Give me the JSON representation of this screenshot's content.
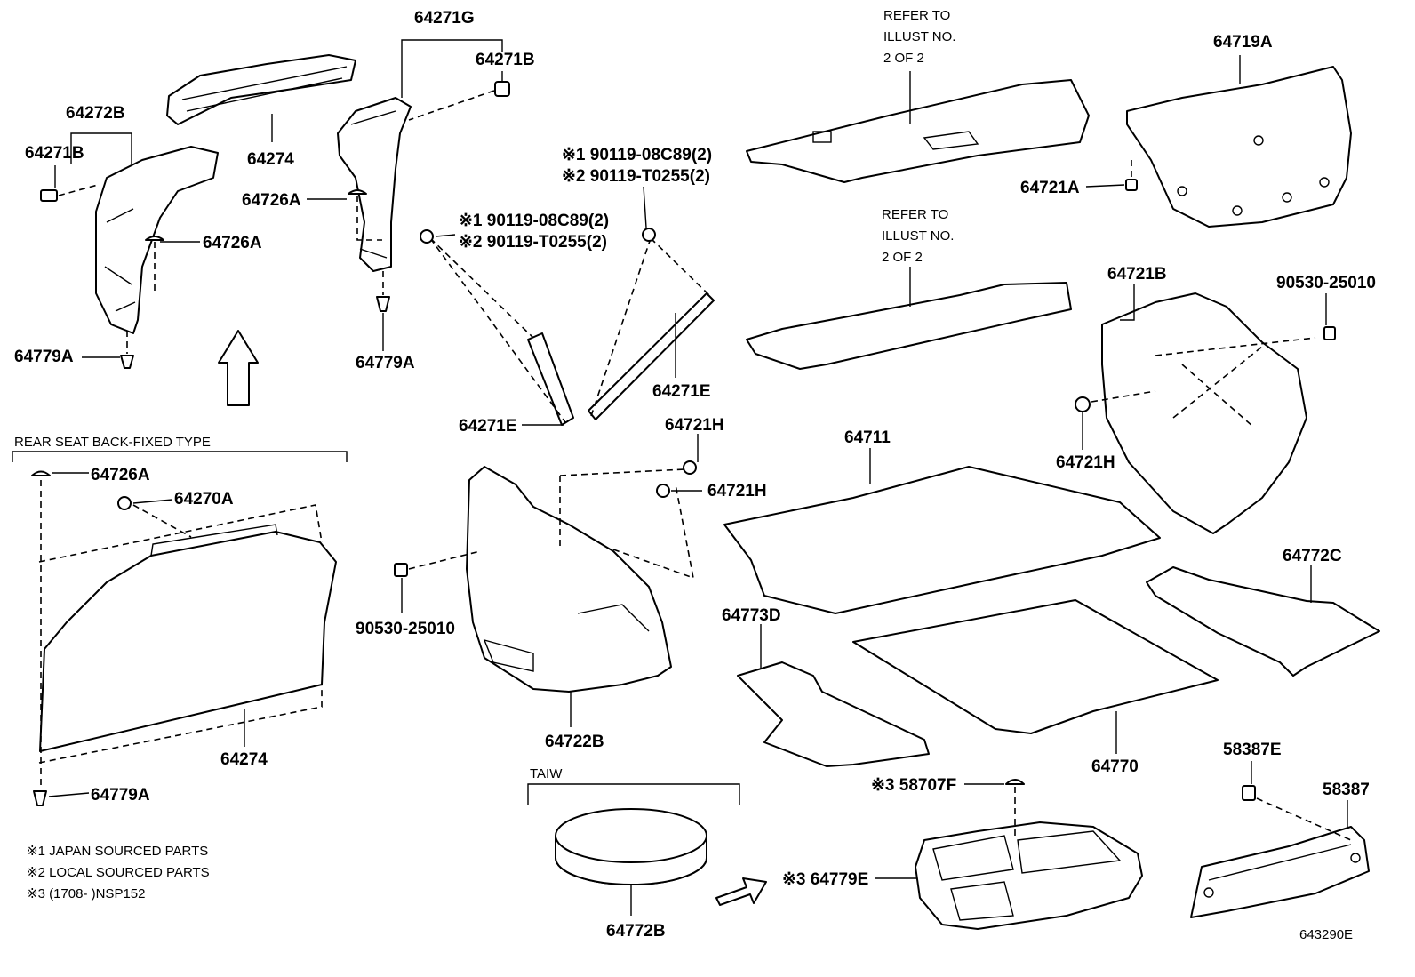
{
  "labels": {
    "p64271G": "64271G",
    "p64271B_top": "64271B",
    "p64272B": "64272B",
    "p64271B_left": "64271B",
    "p64274_top": "64274",
    "p64726A_mid": "64726A",
    "p64726A_left": "64726A",
    "p64779A_left": "64779A",
    "p64779A_mid": "64779A",
    "p90119_a1": "※1 90119-08C89(2)",
    "p90119_a2": "※2 90119-T0255(2)",
    "p90119_b1": "※1 90119-08C89(2)",
    "p90119_b2": "※2 90119-T0255(2)",
    "p64271E_right": "64271E",
    "p64271E_left": "64271E",
    "refer1_l1": "REFER TO",
    "refer1_l2": "ILLUST NO.",
    "refer1_l3": "2 OF 2",
    "refer2_l1": "REFER TO",
    "refer2_l2": "ILLUST NO.",
    "refer2_l3": "2 OF 2",
    "p64719A": "64719A",
    "p64721A": "64721A",
    "p64721B": "64721B",
    "p90530_right": "90530-25010",
    "p64721H_right": "64721H",
    "p64711": "64711",
    "p64721H_mid1": "64721H",
    "p64721H_mid2": "64721H",
    "p90530_mid": "90530-25010",
    "p64722B": "64722B",
    "p64773D": "64773D",
    "p64770": "64770",
    "p64772C": "64772C",
    "p64726A_low": "64726A",
    "p64270A": "64270A",
    "p64274_low": "64274",
    "p64779A_low": "64779A",
    "rear_seat": "REAR SEAT BACK-FIXED TYPE",
    "taiw": "TAIW",
    "p64772B": "64772B",
    "p58707F": "※3 58707F",
    "p64779E": "※3 64779E",
    "p58387E": "58387E",
    "p58387": "58387",
    "note1": "※1 JAPAN SOURCED PARTS",
    "note2": "※2 LOCAL SOURCED PARTS",
    "note3": "※3 (1708-        )NSP152",
    "fig_code": "643290E"
  }
}
